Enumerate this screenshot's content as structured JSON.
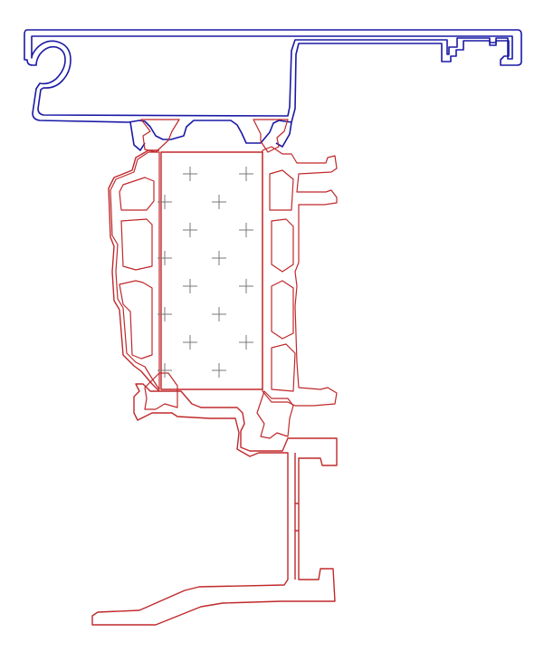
{
  "diagram": {
    "title": "",
    "colors": {
      "blue_profile": "#1a1aa6",
      "red_profile": "#c0282b",
      "hatch": "#8a8a8a",
      "insulation_fill": "#e6e6e6",
      "panel_plus": "#7a7a7a",
      "background": "#ffffff"
    },
    "components": [
      {
        "name": "top-frame-profile",
        "color": "blue_profile"
      },
      {
        "name": "sash-profile",
        "color": "red_profile"
      },
      {
        "name": "lower-frame-profile",
        "color": "red_profile"
      },
      {
        "name": "thermal-break-strips",
        "color": "hatch"
      },
      {
        "name": "insulated-panel",
        "color": "panel_plus"
      }
    ]
  }
}
